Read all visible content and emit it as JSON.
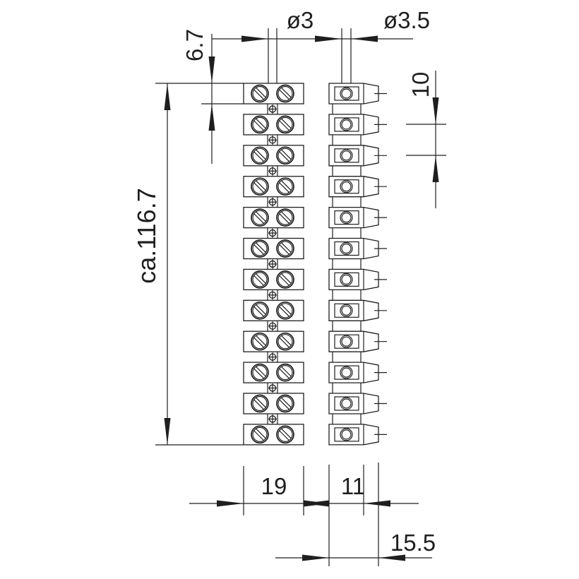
{
  "dimensions": {
    "hole_front": "ø3",
    "hole_side": "ø3.5",
    "top_offset": "6.7",
    "pitch": "10",
    "overall_length": "ca.116.7",
    "front_width": "19",
    "side_width": "11",
    "side_overall_width": "15.5"
  }
}
